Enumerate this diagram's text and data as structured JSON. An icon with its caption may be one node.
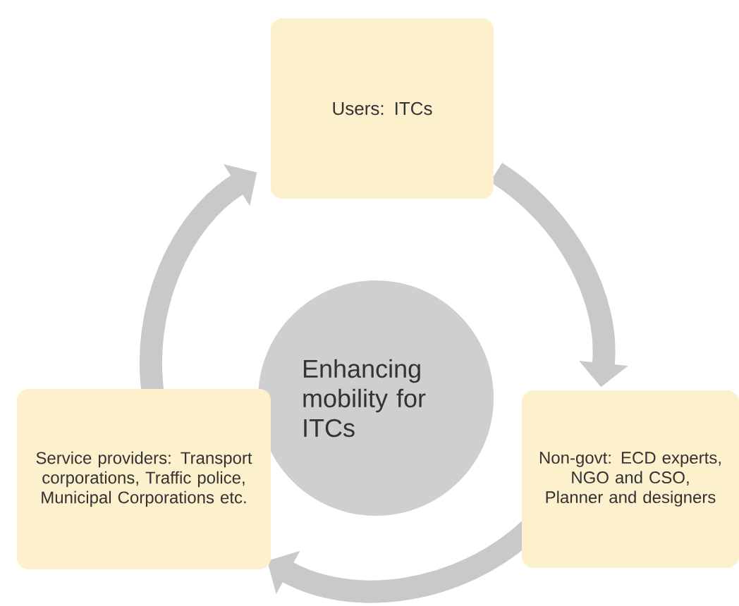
{
  "diagram": {
    "nodes": [
      {
        "text": [
          "Enhancing mobility for ITCs"
        ]
      },
      {
        "text": [
          "Users: ITCs"
        ]
      },
      {
        "text": [
          "Non-govt: ECD experts, NGO and CSO, Planner and designers"
        ]
      },
      {
        "text": [
          "Service providers: Transport corporations, Traffic police, Municipal Corporations etc."
        ]
      }
    ],
    "edges": [
      {
        "from": 1,
        "to": 2,
        "arrow": "to"
      },
      {
        "from": 2,
        "to": 3,
        "arrow": "to"
      },
      {
        "from": 3,
        "to": 1,
        "arrow": "to"
      }
    ]
  }
}
